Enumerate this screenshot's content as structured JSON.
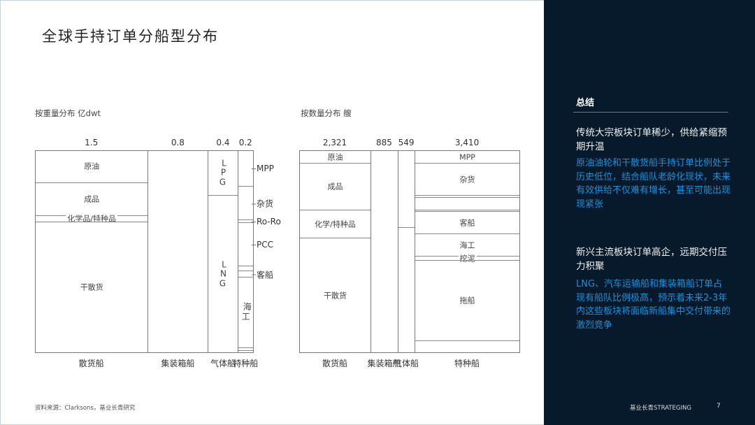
{
  "title": "全球手持订单分船型分布",
  "footer": {
    "source": "资料来源：Clarksons，基业长青研究",
    "brand": "基业长青STRATEGING",
    "page": "7"
  },
  "summary": {
    "heading": "总结",
    "points": [
      {
        "title": "传统大宗板块订单稀少，供给紧缩预期升温",
        "body": "原油油轮和干散货船手持订单比例处于历史低位，结合船队老龄化现状，未来有效供给不仅难有增长，甚至可能出现现紧张"
      },
      {
        "title": "新兴主流板块订单高企，远期交付压力积聚",
        "body": "LNG、汽车运输船和集装箱船订单占现有船队比例极高，预示着未来2-3年内这些板块将面临新船集中交付带来的激烈竞争"
      }
    ]
  },
  "colors": {
    "panel_bg": "#061a2b",
    "accent": "#1b8fd8",
    "line": "#777777"
  },
  "chart_data": [
    {
      "type": "marimekko",
      "title": "按重量分布 亿dwt",
      "unit": "亿dwt",
      "columns": [
        {
          "category": "散货船",
          "value_label": "1.5",
          "value": 1.5,
          "segments": [
            {
              "label": "原油",
              "share": 15.5
            },
            {
              "label": "成品",
              "share": 16.5
            },
            {
              "label": "化学品/特种品",
              "share": 3
            },
            {
              "label": "干散货",
              "share": 65
            }
          ]
        },
        {
          "category": "集装箱船",
          "value_label": "0.8",
          "value": 0.8,
          "segments": [
            {
              "label": "",
              "share": 100
            }
          ]
        },
        {
          "category": "气体船",
          "value_label": "0.4",
          "value": 0.4,
          "segments": [
            {
              "label": "LPG",
              "share": 22,
              "vertical": true
            },
            {
              "label": "LNG",
              "share": 78,
              "vertical": true
            }
          ]
        },
        {
          "category": "特种船",
          "value_label": "0.2",
          "value": 0.2,
          "segments": [
            {
              "label": "MPP",
              "share": 17.5,
              "outside": true
            },
            {
              "label": "杂货",
              "share": 16.5,
              "outside": true
            },
            {
              "label": "Ro-Ro",
              "share": 1.5,
              "outside": true
            },
            {
              "label": "PCC",
              "share": 21.5,
              "outside": true
            },
            {
              "label": "",
              "share": 2.5
            },
            {
              "label": "客船",
              "share": 3,
              "outside": true
            },
            {
              "label": "海工",
              "share": 35,
              "vertical": true
            },
            {
              "label": "",
              "share": 1.5
            },
            {
              "label": "",
              "share": 1
            }
          ]
        }
      ]
    },
    {
      "type": "marimekko",
      "title": "按数量分布 艘",
      "unit": "艘",
      "columns": [
        {
          "category": "散货船",
          "value_label": "2,321",
          "value": 2321,
          "segments": [
            {
              "label": "原油",
              "share": 6
            },
            {
              "label": "成品",
              "share": 23
            },
            {
              "label": "化学/特种品",
              "share": 14
            },
            {
              "label": "干散货",
              "share": 57
            }
          ]
        },
        {
          "category": "集装箱船",
          "value_label": "885",
          "value": 885,
          "segments": [
            {
              "label": "",
              "share": 100
            }
          ]
        },
        {
          "category": "气体船",
          "value_label": "549",
          "value": 549,
          "segments": [
            {
              "label": "",
              "share": 38
            },
            {
              "label": "",
              "share": 62
            }
          ]
        },
        {
          "category": "特种船",
          "value_label": "3,410",
          "value": 3410,
          "segments": [
            {
              "label": "MPP",
              "share": 6
            },
            {
              "label": "杂货",
              "share": 16
            },
            {
              "label": "",
              "share": 1
            },
            {
              "label": "",
              "share": 6
            },
            {
              "label": "",
              "share": 1
            },
            {
              "label": "客船",
              "share": 11
            },
            {
              "label": "海工",
              "share": 11
            },
            {
              "label": "挖泥",
              "share": 2
            },
            {
              "label": "拖船",
              "share": 40
            },
            {
              "label": "",
              "share": 6
            }
          ]
        }
      ]
    }
  ]
}
